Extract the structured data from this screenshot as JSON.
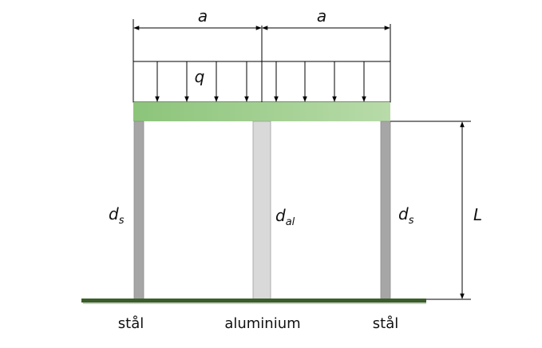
{
  "diagram": {
    "title": "Beam supported by three columns under distributed load",
    "dimensions": {
      "span_left_label": "a",
      "span_right_label": "a",
      "height_label": "L"
    },
    "load": {
      "label": "q",
      "type": "uniformly distributed load",
      "arrow_count_per_span": 4
    },
    "columns": [
      {
        "id": "left",
        "diameter_symbol": "d",
        "diameter_subscript": "s",
        "material": "stål",
        "color": "#a6a6a6"
      },
      {
        "id": "middle",
        "diameter_symbol": "d",
        "diameter_subscript": "al",
        "material": "aluminium",
        "color": "#d9d9d9"
      },
      {
        "id": "right",
        "diameter_symbol": "d",
        "diameter_subscript": "s",
        "material": "stål",
        "color": "#a6a6a6"
      }
    ],
    "colors": {
      "beam_left": "#8cc47a",
      "beam_right": "#b4d9a6",
      "ground": "#3a5e2a",
      "line": "#000000"
    }
  }
}
